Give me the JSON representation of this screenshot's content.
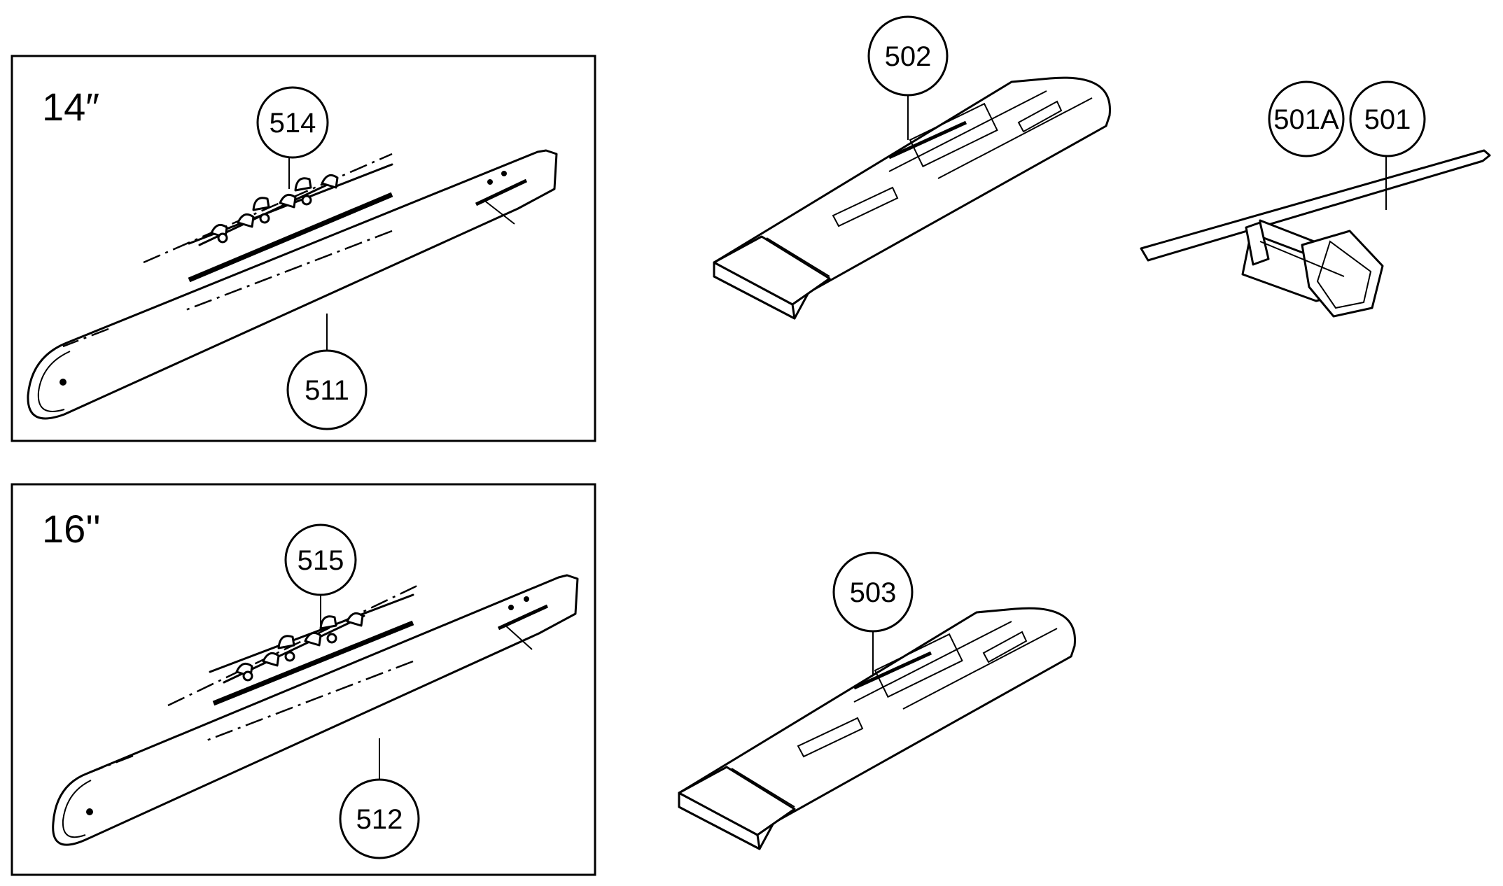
{
  "panels": {
    "bar14": {
      "size_label": "14″"
    },
    "bar16": {
      "size_label": "16''"
    }
  },
  "callouts": {
    "bar_14": "511",
    "chain_14": "514",
    "bar_16": "512",
    "chain_16": "515",
    "scabbard_14": "502",
    "scabbard_16": "503",
    "spark_plug_wrench": "501",
    "screwdriver": "501A"
  }
}
